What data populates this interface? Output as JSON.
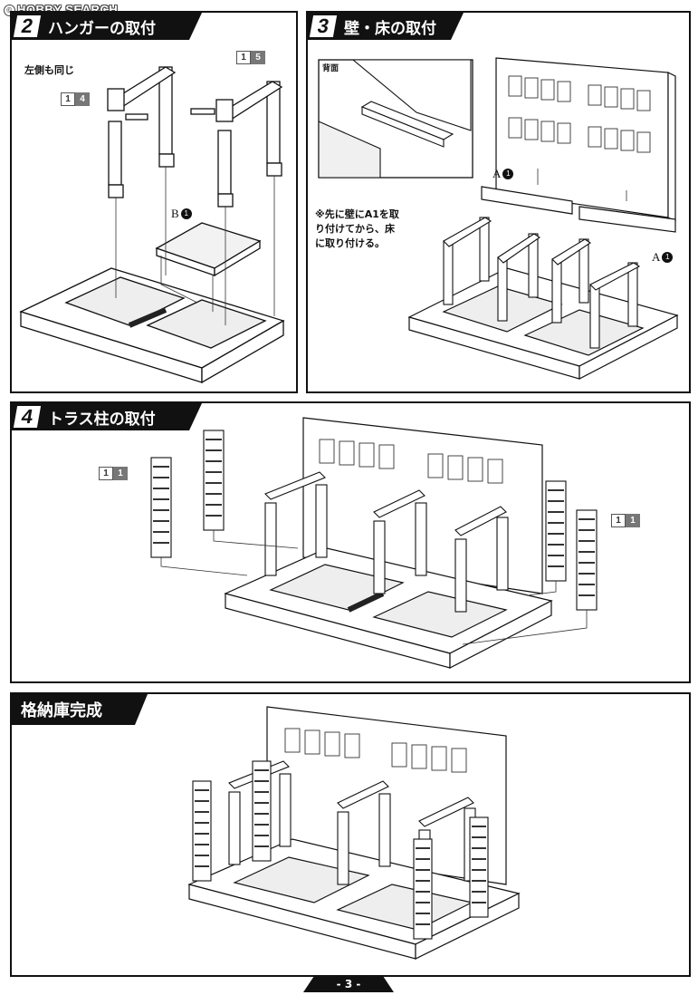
{
  "watermark": {
    "symbol": "©",
    "text": "HOBBY SEARCH"
  },
  "steps": [
    {
      "number": "2",
      "title": "ハンガーの取付",
      "note": "左側も同じ",
      "parts": [
        {
          "n1": "1",
          "n2": "4"
        },
        {
          "n1": "1",
          "n2": "5"
        }
      ],
      "ref": {
        "letter": "B",
        "num": "1"
      }
    },
    {
      "number": "3",
      "title": "壁・床の取付",
      "inset_label": "背面",
      "note_lines": [
        "※先に壁にA1を取",
        "り付けてから、床",
        "に取り付ける。"
      ],
      "refs": [
        {
          "letter": "A",
          "num": "1"
        },
        {
          "letter": "A",
          "num": "1"
        }
      ]
    },
    {
      "number": "4",
      "title": "トラス柱の取付",
      "parts": [
        {
          "n1": "1",
          "n2": "1"
        },
        {
          "n1": "1",
          "n2": "1"
        }
      ]
    },
    {
      "title": "格納庫完成"
    }
  ],
  "page_number": "- 3 -"
}
